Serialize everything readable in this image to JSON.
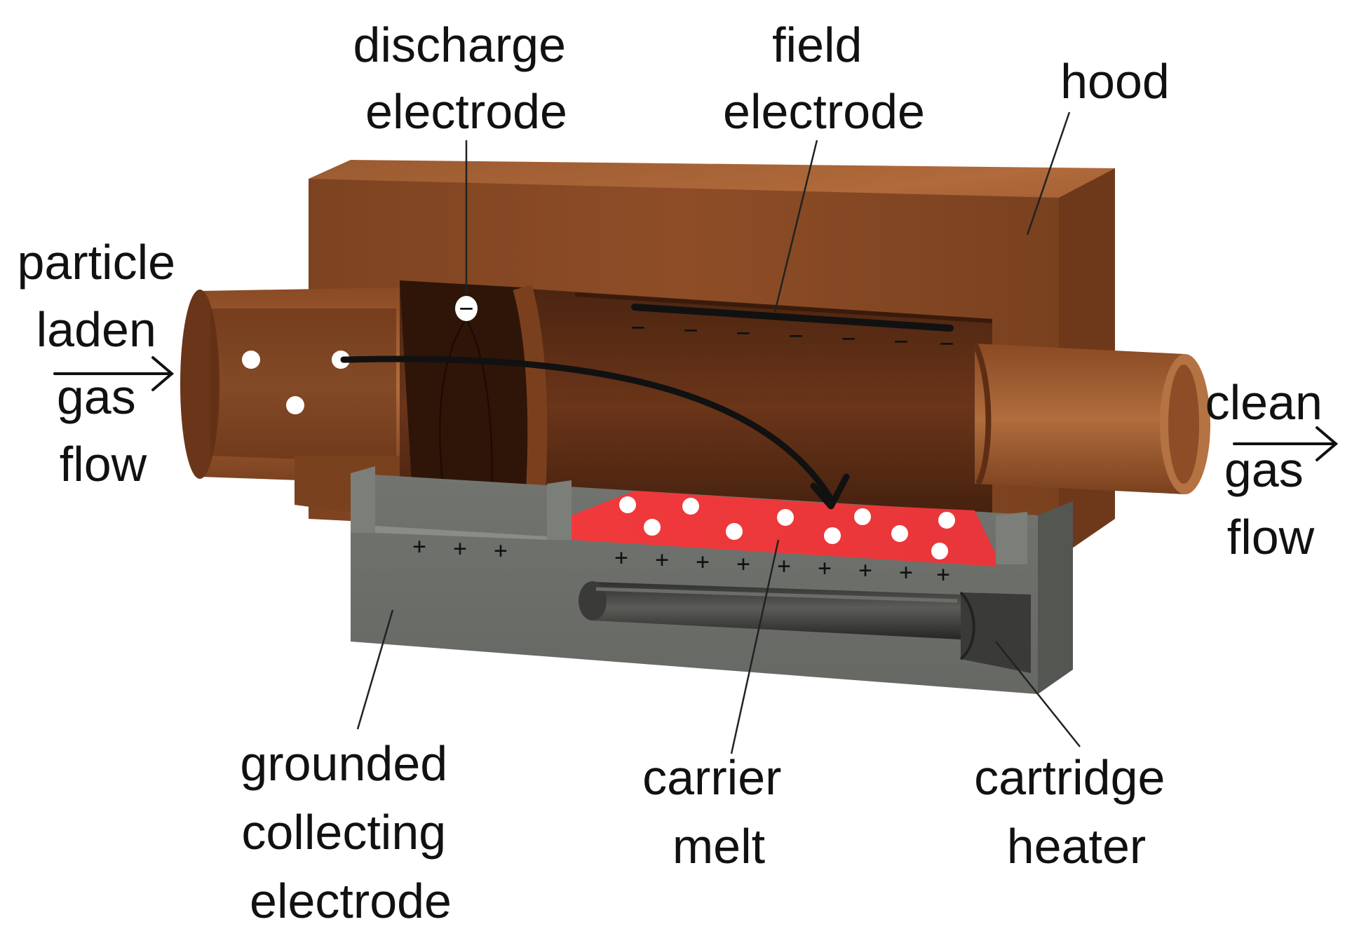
{
  "labels": {
    "discharge_electrode": [
      "discharge",
      "electrode"
    ],
    "field_electrode": [
      "field",
      "electrode"
    ],
    "hood": [
      "hood"
    ],
    "inlet": [
      "particle",
      "laden",
      "gas",
      "flow"
    ],
    "outlet": [
      "clean",
      "gas",
      "flow"
    ],
    "grounded_collecting_electrode": [
      "grounded",
      "collecting",
      "electrode"
    ],
    "carrier_melt": [
      "carrier",
      "melt"
    ],
    "cartridge_heater": [
      "cartridge",
      "heater"
    ]
  },
  "charges": {
    "negative": "−",
    "positive": "+"
  },
  "colors": {
    "hood_wood": "#8f4f28",
    "hood_dark": "#5a2f16",
    "collector_gray": "#6f716c",
    "collector_dark": "#4c4e4a",
    "carrier_melt": "#ee3a3c",
    "particles": "#ffffff",
    "text": "#111111"
  }
}
